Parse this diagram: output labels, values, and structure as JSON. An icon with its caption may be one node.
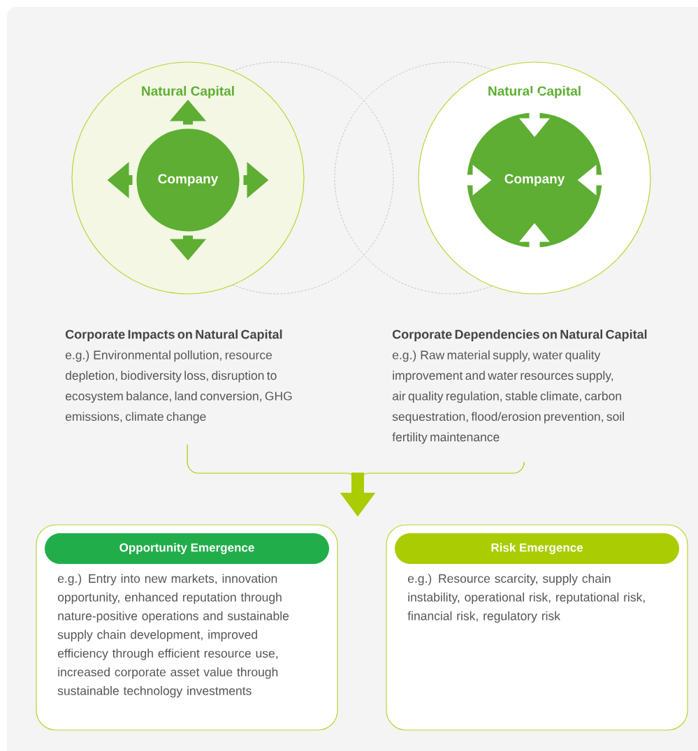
{
  "diagram": {
    "nodes": [
      {
        "text": [
          "Natural Capital"
        ]
      },
      {
        "text": [
          "Company"
        ],
        "in": 0
      },
      {
        "text": [
          "Natural Capital"
        ]
      },
      {
        "text": [
          "Company"
        ],
        "in": 2
      },
      {
        "text": [
          "Corporate Impacts on Natural Capital",
          "e.g.) Environmental pollution, resource depletion, biodiversity loss, disruption to ecosystem balance, land conversion, GHG emissions, climate change"
        ]
      },
      {
        "text": [
          "Corporate Dependencies on Natural Capital",
          "e.g.) Raw material supply, water quality improvement and water resources supply, air quality regulation, stable climate, carbon sequestration, flood/erosion prevention, soil fertility maintenance"
        ]
      },
      {
        "text": [
          "Opportunity Emergence",
          "e.g.) Entry into new markets, innovation opportunity, enhanced reputation through nature-positive operations and sustainable supply chain development, improved efficiency through efficient resource use, increased corporate asset value through sustainable technology investments"
        ]
      },
      {
        "text": [
          "Risk Emergence",
          "e.g.) Resource scarcity, supply chain instability, operational risk, reputational risk, financial risk, regulatory risk"
        ]
      }
    ],
    "edges": [
      {
        "from": 1,
        "to": null,
        "arrow": "to",
        "color": "#5dae32"
      },
      {
        "from": 1,
        "to": null,
        "arrow": "to",
        "color": "#5dae32"
      },
      {
        "from": 1,
        "to": null,
        "arrow": "to",
        "color": "#5dae32"
      },
      {
        "from": 1,
        "to": null,
        "arrow": "to",
        "color": "#5dae32"
      },
      {
        "from": null,
        "to": 3,
        "arrow": "to",
        "color": "#ffffff"
      },
      {
        "from": null,
        "to": 3,
        "arrow": "to",
        "color": "#ffffff"
      },
      {
        "from": null,
        "to": 3,
        "arrow": "to",
        "color": "#ffffff"
      },
      {
        "from": null,
        "to": 3,
        "arrow": "to",
        "color": "#ffffff"
      },
      {
        "from": 4,
        "to": null,
        "arrow": "to",
        "color": "#aacc03"
      },
      {
        "from": 5,
        "to": null,
        "arrow": "to",
        "color": "#aacc03"
      }
    ]
  }
}
